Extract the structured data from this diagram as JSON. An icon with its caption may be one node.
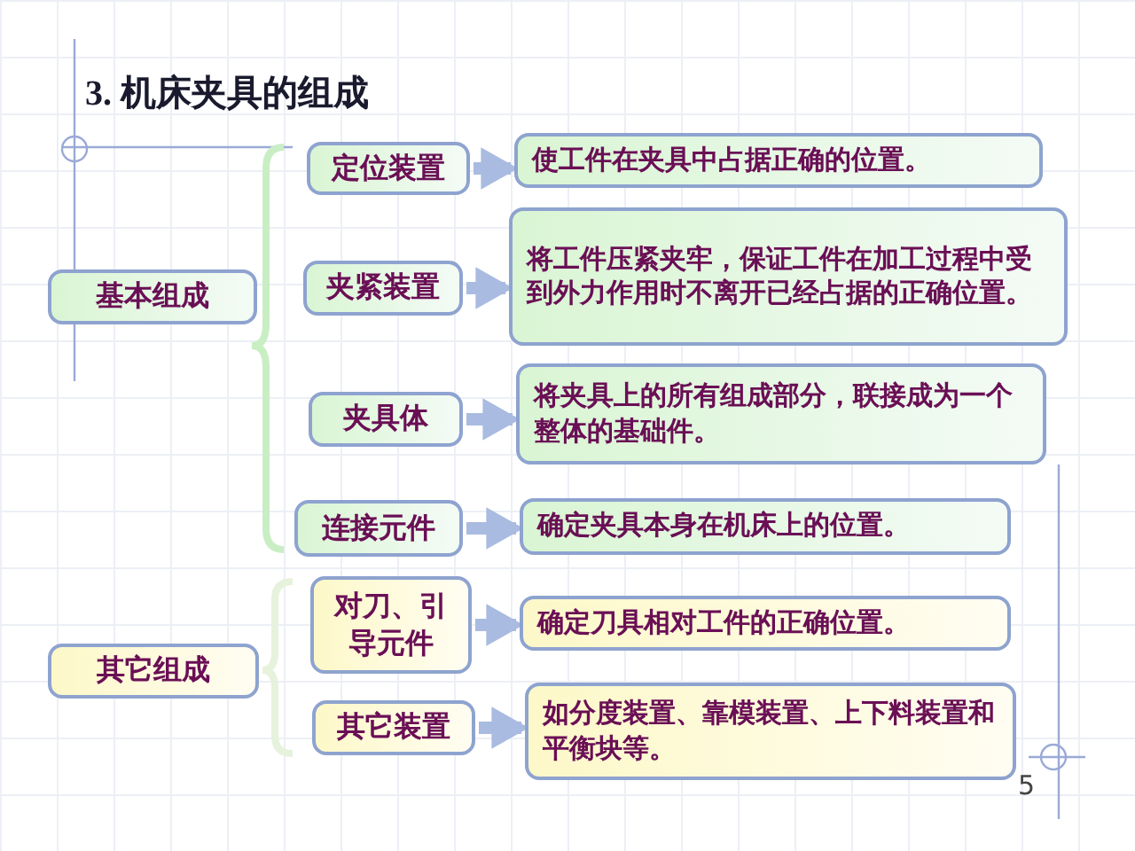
{
  "diagram": {
    "title": "3. 机床夹具的组成",
    "nodes": [
      {
        "text": [
          "基本组成"
        ]
      },
      {
        "text": [
          "定位装置"
        ]
      },
      {
        "text": [
          "使工件在夹具中占据正确的位置。"
        ]
      },
      {
        "text": [
          "夹紧装置"
        ]
      },
      {
        "text": [
          "将工件压紧夹牢，保证工件在加工过程中受到外力作用时不离开已经占据的正确位置。"
        ]
      },
      {
        "text": [
          "夹具体"
        ]
      },
      {
        "text": [
          "将夹具上的所有组成部分，联接成为一个整体的基础件。"
        ]
      },
      {
        "text": [
          "连接元件"
        ]
      },
      {
        "text": [
          "确定夹具本身在机床上的位置。"
        ]
      },
      {
        "text": [
          "其它组成"
        ]
      },
      {
        "text": [
          "对刀、引导元件"
        ]
      },
      {
        "text": [
          "确定刀具相对工件的正确位置。"
        ]
      },
      {
        "text": [
          "其它装置"
        ]
      },
      {
        "text": [
          "如分度装置、靠模装置、上下料装置和平衡块等。"
        ]
      }
    ],
    "edges": [
      {
        "from": 1,
        "to": 2,
        "arrow": "to"
      },
      {
        "from": 3,
        "to": 4,
        "arrow": "to"
      },
      {
        "from": 5,
        "to": 6,
        "arrow": "to"
      },
      {
        "from": 7,
        "to": 8,
        "arrow": "to"
      },
      {
        "from": 10,
        "to": 11,
        "arrow": "to"
      },
      {
        "from": 12,
        "to": 13,
        "arrow": "to"
      }
    ],
    "labels": [
      "5"
    ]
  }
}
